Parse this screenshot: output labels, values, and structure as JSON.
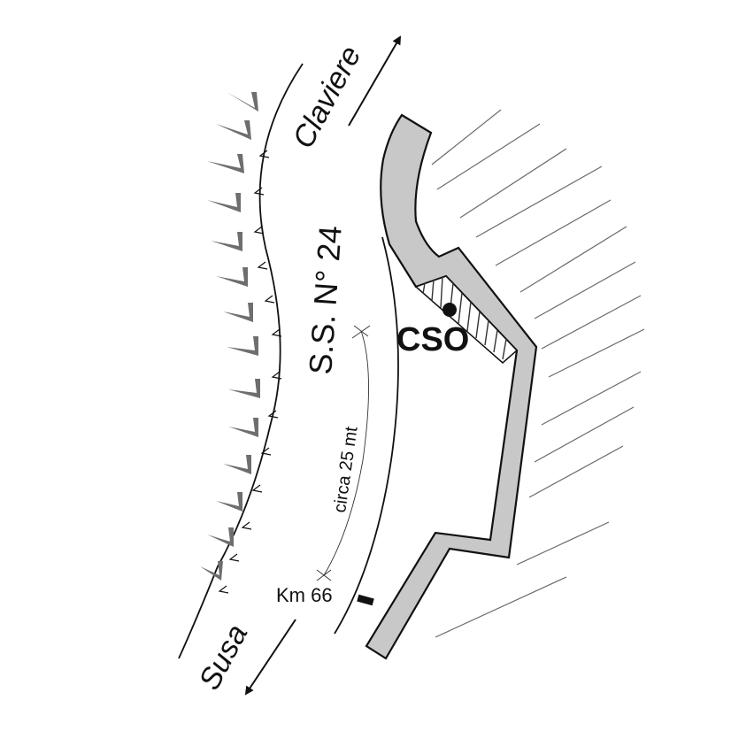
{
  "map": {
    "labels": {
      "direction_north": "Claviere",
      "direction_south": "Susa",
      "road_name": "S.S. N° 24",
      "distance": "circa 25 mt",
      "km_marker": "Km 66",
      "station": "CSO"
    },
    "colors": {
      "line": "#111111",
      "wall_fill": "#c8c8c8",
      "slope_symbol": "#6e6e6e",
      "hatch": "#555555"
    }
  }
}
